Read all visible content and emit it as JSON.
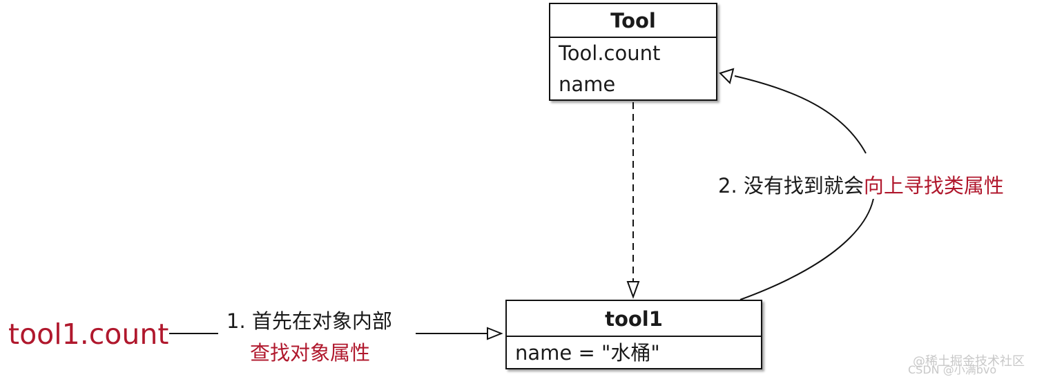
{
  "class_box": {
    "title": "Tool",
    "rows": [
      "Tool.count",
      "name"
    ]
  },
  "object_box": {
    "title": "tool1",
    "rows": [
      "name = \"水桶\""
    ]
  },
  "expression": "tool1.count",
  "step1": {
    "line1": "1. 首先在对象内部",
    "line2": "查找对象属性"
  },
  "step2": {
    "prefix": "2. 没有找到就会",
    "accent": "向上寻找类属性"
  },
  "watermarks": [
    "@稀土掘金技术社区",
    "CSDN @小满bvo"
  ],
  "colors": {
    "accent": "#b0182d",
    "line": "#111111"
  }
}
